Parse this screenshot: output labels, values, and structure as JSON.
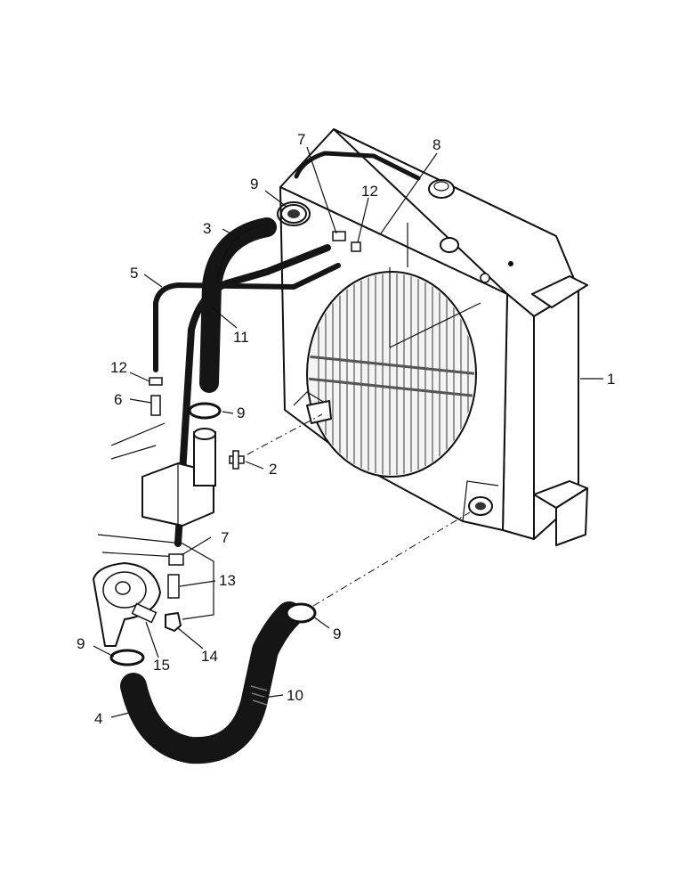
{
  "callouts": {
    "c1": "1",
    "c2": "2",
    "c3": "3",
    "c4": "4",
    "c5": "5",
    "c6": "6",
    "c7_top": "7",
    "c7_bottom": "7",
    "c8": "8",
    "c9_top_left": "9",
    "c9_mid": "9",
    "c9_bottom_right": "9",
    "c9_bottom_left": "9",
    "c10": "10",
    "c11": "11",
    "c12_left": "12",
    "c12_top": "12",
    "c13": "13",
    "c14": "14",
    "c15": "15"
  }
}
